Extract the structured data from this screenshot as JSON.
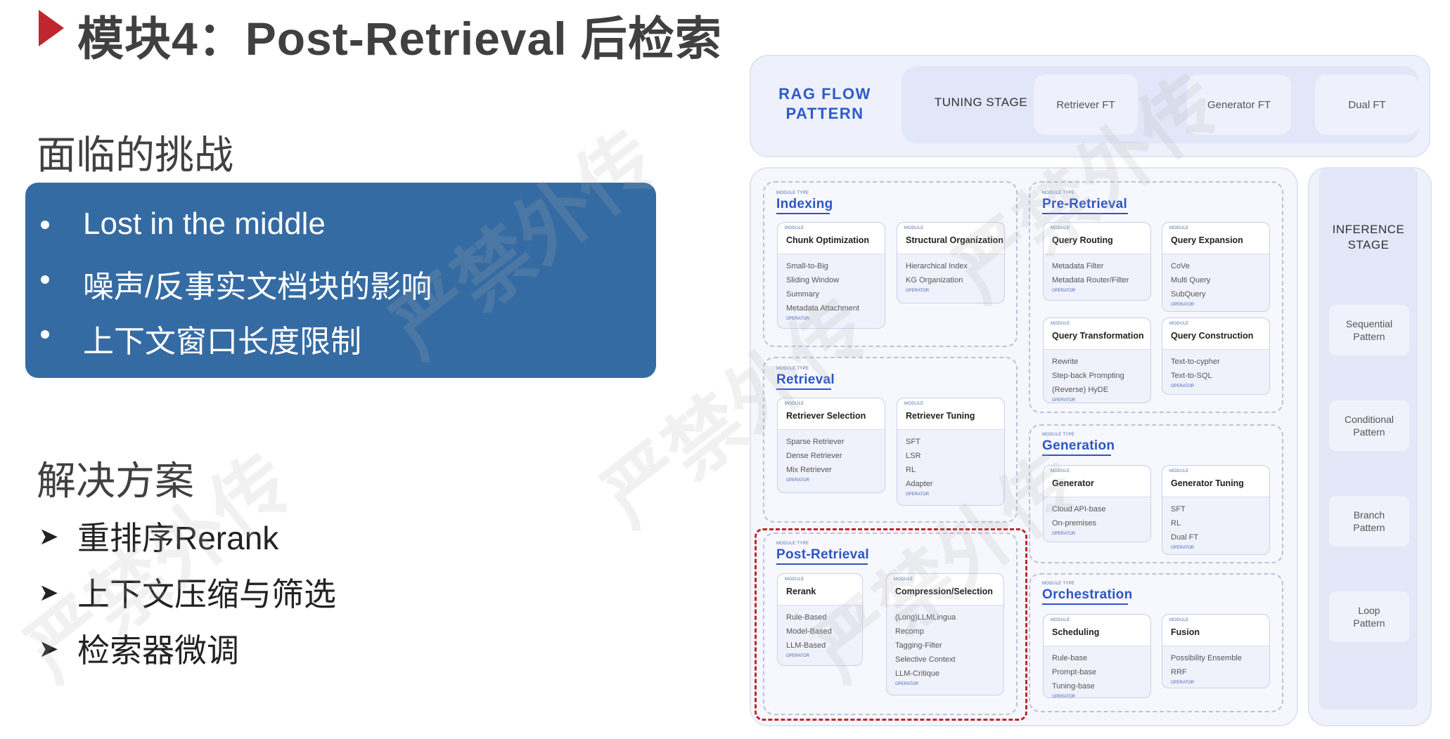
{
  "slide": {
    "title": "模块4：Post-Retrieval 后检索",
    "challenge_heading": "面临的挑战",
    "challenges": [
      "Lost in the middle",
      "噪声/反事实文档块的影响",
      "上下文窗口长度限制"
    ],
    "solution_heading": "解决方案",
    "solutions": [
      "重排序Rerank",
      "上下文压缩与筛选",
      "检索器微调"
    ],
    "arrow_glyph": "➤"
  },
  "diagram": {
    "title_line1": "RAG FLOW",
    "title_line2": "PATTERN",
    "tuning_stage": "TUNING STAGE",
    "fine_tunes": [
      "Retriever FT",
      "Generator FT",
      "Dual FT"
    ],
    "inference_stage_line1": "INFERENCE",
    "inference_stage_line2": "STAGE",
    "patterns": [
      {
        "line1": "Sequential",
        "line2": "Pattern"
      },
      {
        "line1": "Conditional",
        "line2": "Pattern"
      },
      {
        "line1": "Branch",
        "line2": "Pattern"
      },
      {
        "line1": "Loop",
        "line2": "Pattern"
      }
    ],
    "module_type_tag": "MODULE TYPE",
    "module_tag": "MODULE",
    "operator_tag": "OPERATOR",
    "groups": {
      "indexing": {
        "title": "Indexing",
        "modules": [
          {
            "name": "Chunk Optimization",
            "items": [
              "Small-to-Big",
              "Sliding Window",
              "Summary",
              "Metadata Attachment"
            ]
          },
          {
            "name": "Structural Organization",
            "items": [
              "Hierarchical Index",
              "KG Organization"
            ]
          }
        ]
      },
      "retrieval": {
        "title": "Retrieval",
        "modules": [
          {
            "name": "Retriever Selection",
            "items": [
              "Sparse Retriever",
              "Dense Retriever",
              "Mix Retriever"
            ]
          },
          {
            "name": "Retriever Tuning",
            "items": [
              "SFT",
              "LSR",
              "RL",
              "Adapter"
            ]
          }
        ]
      },
      "post_retrieval": {
        "title": "Post-Retrieval",
        "modules": [
          {
            "name": "Rerank",
            "items": [
              "Rule-Based",
              "Model-Based",
              "LLM-Based"
            ]
          },
          {
            "name": "Compression/Selection",
            "items": [
              "(Long)LLMLingua",
              "Recomp",
              "Tagging-Filter",
              "Selective Context",
              "LLM-Critique"
            ]
          }
        ]
      },
      "pre_retrieval": {
        "title": "Pre-Retrieval",
        "modules": [
          {
            "name": "Query Routing",
            "items": [
              "Metadata Filter",
              "Metadata Router/Filter"
            ]
          },
          {
            "name": "Query Expansion",
            "items": [
              "CoVe",
              "Multi Query",
              "SubQuery"
            ]
          },
          {
            "name": "Query Transformation",
            "items": [
              "Rewrite",
              "Step-back Prompting",
              "(Reverse) HyDE"
            ]
          },
          {
            "name": "Query Construction",
            "items": [
              "Text-to-cypher",
              "Text-to-SQL"
            ]
          }
        ]
      },
      "generation": {
        "title": "Generation",
        "modules": [
          {
            "name": "Generator",
            "items": [
              "Cloud API-base",
              "On-premises"
            ]
          },
          {
            "name": "Generator Tuning",
            "items": [
              "SFT",
              "RL",
              "Dual FT"
            ]
          }
        ]
      },
      "orchestration": {
        "title": "Orchestration",
        "modules": [
          {
            "name": "Scheduling",
            "items": [
              "Rule-base",
              "Prompt-base",
              "Tuning-base"
            ]
          },
          {
            "name": "Fusion",
            "items": [
              "Possibility Ensemble",
              "RRF"
            ]
          }
        ]
      }
    }
  },
  "watermark": "严禁外传",
  "colors": {
    "accent_red": "#c0262d",
    "challenge_box": "#356ba3",
    "diagram_blue": "#2d56c4"
  }
}
